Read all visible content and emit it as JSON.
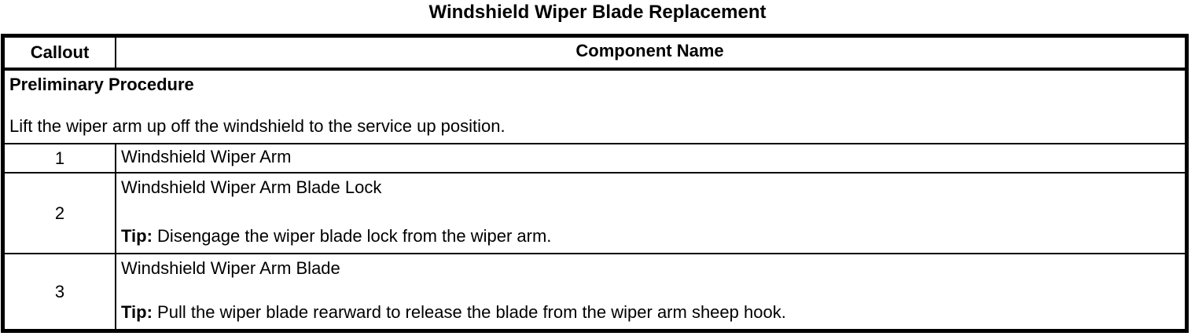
{
  "title": "Windshield Wiper Blade Replacement",
  "table": {
    "headers": {
      "callout": "Callout",
      "component": "Component Name"
    },
    "preliminary": {
      "heading": "Preliminary Procedure",
      "instruction": "Lift the wiper arm up off the windshield to the service up position."
    },
    "rows": [
      {
        "callout": "1",
        "component": "Windshield Wiper Arm"
      },
      {
        "callout": "2",
        "component": "Windshield Wiper Arm Blade Lock",
        "tip_label": "Tip:",
        "tip_text": "Disengage the wiper blade lock from the wiper arm."
      },
      {
        "callout": "3",
        "component": "Windshield Wiper Arm Blade",
        "tip_label": "Tip:",
        "tip_text": "Pull the wiper blade rearward to release the blade from the wiper arm sheep hook."
      }
    ]
  },
  "colors": {
    "text": "#000000",
    "border": "#000000",
    "background": "#ffffff"
  }
}
